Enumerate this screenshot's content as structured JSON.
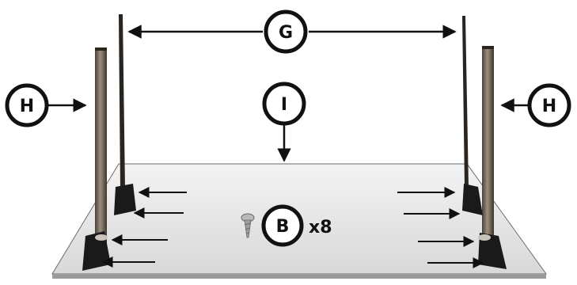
{
  "callouts": {
    "G": "G",
    "H_left": "H",
    "H_right": "H",
    "I": "I",
    "B": "B"
  },
  "quantity": "x8",
  "colors": {
    "panel": "#e4e4e4",
    "panel_edge": "#6a6a6a",
    "metal": "#7a6e5e",
    "bracket": "#1a1a1a",
    "ink": "#111111"
  }
}
